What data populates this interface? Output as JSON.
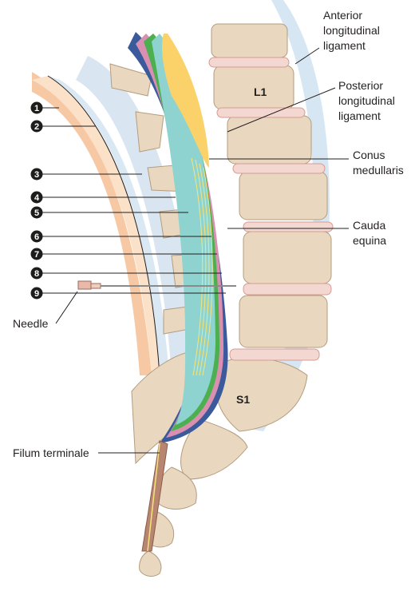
{
  "labels": {
    "anterior_ligament": [
      "Anterior",
      "longitudinal",
      "ligament"
    ],
    "posterior_ligament": [
      "Posterior",
      "longitudinal",
      "ligament"
    ],
    "conus": [
      "Conus",
      "medullaris"
    ],
    "cauda": [
      "Cauda",
      "equina"
    ],
    "needle": "Needle",
    "filum": "Filum terminale",
    "l1": "L1",
    "s1": "S1"
  },
  "markers": [
    "1",
    "2",
    "3",
    "4",
    "5",
    "6",
    "7",
    "8",
    "9"
  ],
  "colors": {
    "bone": "#e9d8bf",
    "bone_edge": "#b39c7e",
    "disc": "#f3d8d2",
    "dura": "#3a5a9c",
    "pia": "#d98fb0",
    "cord": "#fbd26a",
    "csf": "#8fd3d0",
    "green_layer": "#4caf50",
    "ligament": "#d6e6f2",
    "skin": "#f6c9a4",
    "marker": "#1d1d1b"
  }
}
